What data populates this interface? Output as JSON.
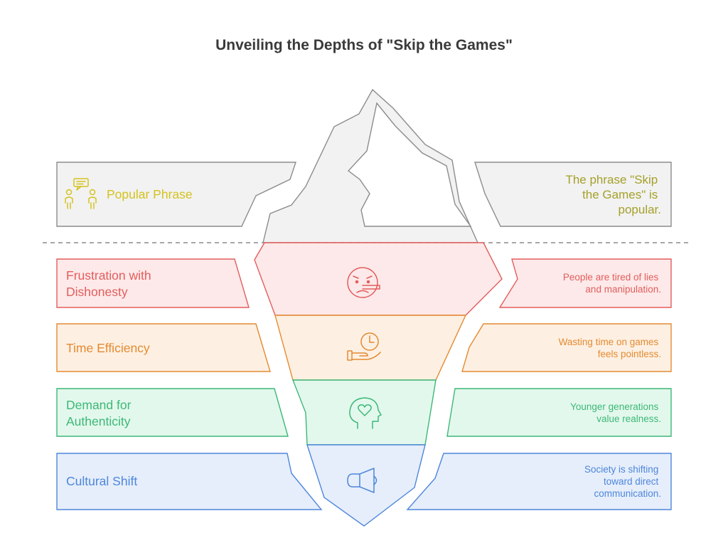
{
  "title": "Unveiling the Depths of \"Skip the Games\"",
  "colors": {
    "gray": "#8c8c8c",
    "gray_fill": "#f2f2f2",
    "gray_text": "#a5a02a",
    "gray_icon": "#d4c21e",
    "red": "#e35d5d",
    "red_fill": "#fde9e9",
    "orange": "#e48a32",
    "orange_fill": "#fdf0e2",
    "green": "#3cb878",
    "green_fill": "#e3f8ec",
    "blue": "#4d86db",
    "blue_fill": "#e6eefb"
  },
  "layers": [
    {
      "label": "Popular Phrase",
      "desc_lines": [
        "The phrase \"Skip",
        "the Games\" is",
        "popular."
      ],
      "icon": "speech-people-icon"
    },
    {
      "label_lines": [
        "Frustration with",
        "Dishonesty"
      ],
      "desc_lines": [
        "People are tired of lies",
        "and manipulation."
      ],
      "icon": "lying-face-icon"
    },
    {
      "label": "Time Efficiency",
      "desc_lines": [
        "Wasting time on games",
        "feels pointless."
      ],
      "icon": "clock-hand-icon"
    },
    {
      "label_lines": [
        "Demand for",
        "Authenticity"
      ],
      "desc_lines": [
        "Younger generations",
        "value realness."
      ],
      "icon": "heart-head-icon"
    },
    {
      "label": "Cultural Shift",
      "desc_lines": [
        "Society is shifting",
        "toward direct",
        "communication."
      ],
      "icon": "megaphone-icon"
    }
  ]
}
